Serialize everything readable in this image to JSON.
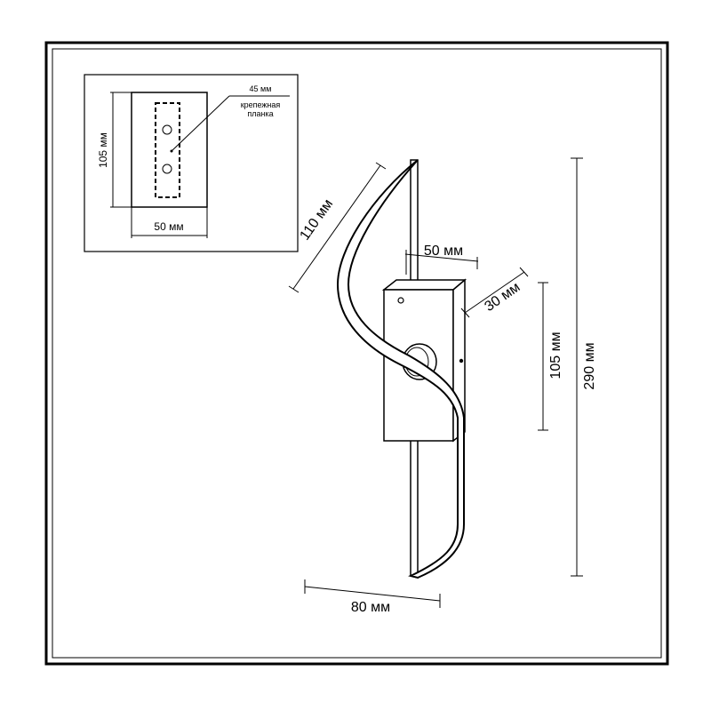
{
  "inset": {
    "height_label": "105 мм",
    "width_label": "50 мм",
    "plate_width_label": "45 мм",
    "plate_label_line1": "крепежная",
    "plate_label_line2": "планка"
  },
  "main": {
    "shade_width_label": "110 мм",
    "base_width_label": "50 мм",
    "base_depth_label": "30 мм",
    "base_height_label": "105 мм",
    "total_height_label": "290 мм",
    "bottom_width_label": "80 мм"
  }
}
